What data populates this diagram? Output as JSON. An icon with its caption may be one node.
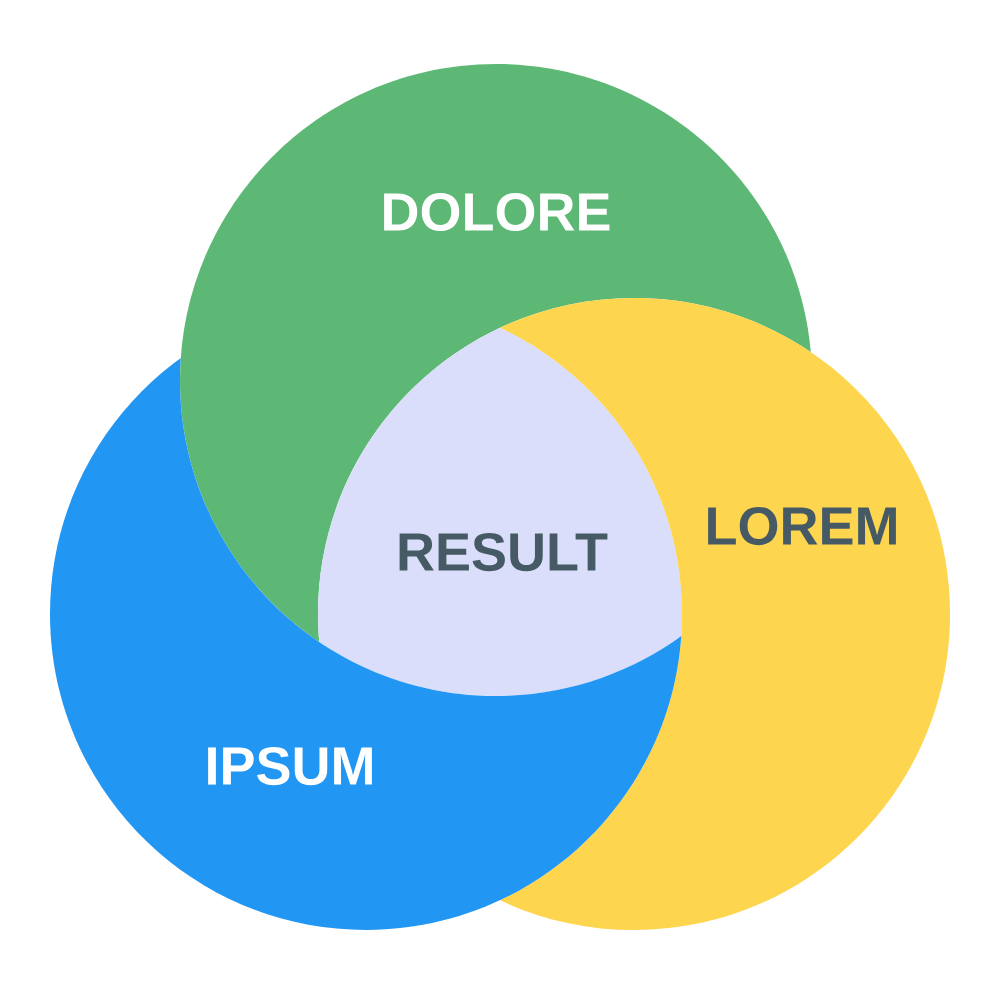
{
  "diagram": {
    "nodes": [
      {
        "text": [
          "DOLORE"
        ]
      },
      {
        "text": [
          "RESULT"
        ]
      },
      {
        "text": [
          "LOREM"
        ]
      },
      {
        "text": [
          "IPSUM"
        ]
      }
    ]
  }
}
